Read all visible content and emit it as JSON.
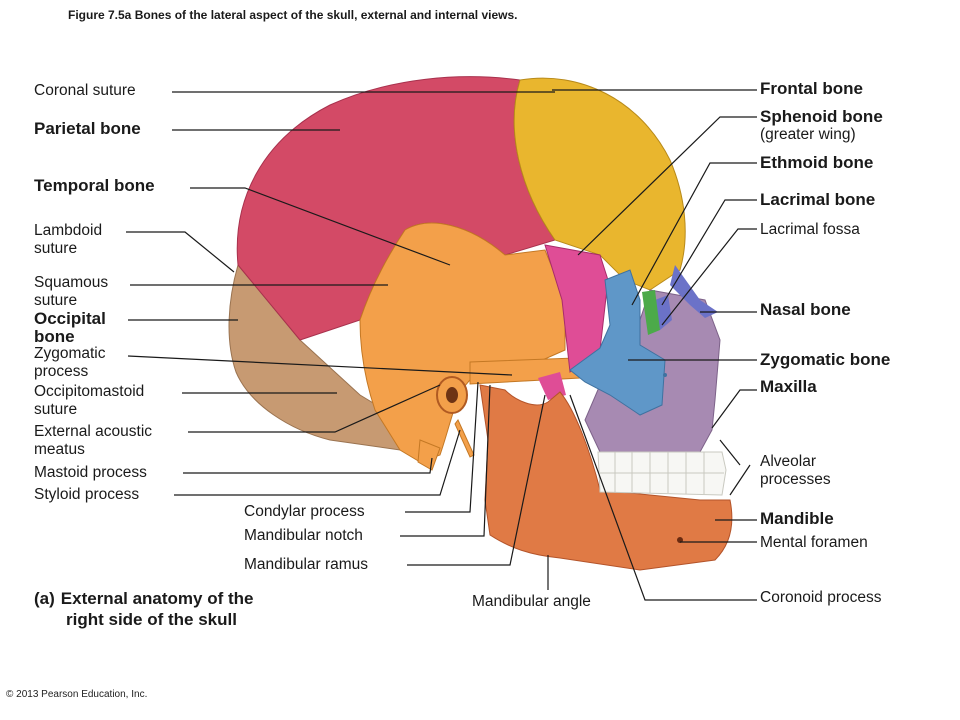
{
  "title": "Figure 7.5a  Bones of the lateral aspect of the skull, external and internal views.",
  "copyright": "© 2013 Pearson Education, Inc.",
  "caption": {
    "tag": "(a)",
    "line1": "External anatomy of the",
    "line2": "right side of the skull"
  },
  "labels": {
    "coronal_suture": "Coronal suture",
    "parietal_bone": "Parietal bone",
    "temporal_bone": "Temporal bone",
    "lambdoid_suture_1": "Lambdoid",
    "lambdoid_suture_2": "suture",
    "squamous_suture_1": "Squamous",
    "squamous_suture_2": "suture",
    "occipital_bone_1": "Occipital",
    "occipital_bone_2": "bone",
    "zygomatic_process_1": "Zygomatic",
    "zygomatic_process_2": "process",
    "occipitomastoid_suture_1": "Occipitomastoid",
    "occipitomastoid_suture_2": "suture",
    "external_acoustic_meatus_1": "External acoustic",
    "external_acoustic_meatus_2": "meatus",
    "mastoid_process": "Mastoid process",
    "styloid_process": "Styloid process",
    "condylar_process": "Condylar process",
    "mandibular_notch": "Mandibular notch",
    "mandibular_ramus": "Mandibular ramus",
    "mandibular_angle": "Mandibular angle",
    "frontal_bone": "Frontal bone",
    "sphenoid_bone": "Sphenoid bone",
    "sphenoid_sub": "(greater wing)",
    "ethmoid_bone": "Ethmoid bone",
    "lacrimal_bone": "Lacrimal bone",
    "lacrimal_fossa": "Lacrimal fossa",
    "nasal_bone": "Nasal bone",
    "zygomatic_bone": "Zygomatic bone",
    "maxilla": "Maxilla",
    "alveolar_processes_1": "Alveolar",
    "alveolar_processes_2": "processes",
    "mandible": "Mandible",
    "mental_foramen": "Mental foramen",
    "coronoid_process": "Coronoid process"
  },
  "colors": {
    "frontal": "#e9b62e",
    "parietal": "#d34a66",
    "temporal": "#f3a04a",
    "occipital": "#c79a72",
    "sphenoid": "#df4d96",
    "ethmoid": "#4caa4a",
    "lacrimal": "#6b72c8",
    "nasal": "#6b72c8",
    "zygomatic": "#5f97c8",
    "maxilla": "#a78ab2",
    "mandible": "#e07a45",
    "teeth": "#f7f7f4",
    "leader_line": "#1a1a1a"
  }
}
